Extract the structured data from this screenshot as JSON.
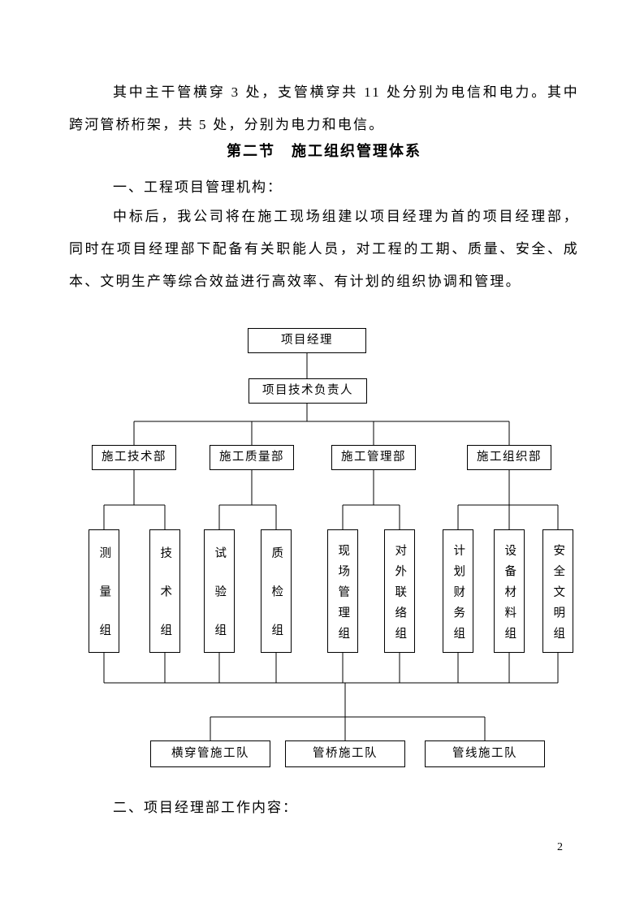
{
  "document": {
    "paragraph1": "其中主干管横穿 3 处，支管横穿共 11 处分别为电信和电力。其中跨河管桥桁架，共 5 处，分别为电力和电信。",
    "section_heading": "第二节　施工组织管理体系",
    "item1_heading": "一、工程项目管理机构：",
    "paragraph2": "中标后，我公司将在施工现场组建以项目经理为首的项目经理部，同时在项目经理部下配备有关职能人员，对工程的工期、质量、安全、成本、文明生产等综合效益进行高效率、有计划的组织协调和管理。",
    "item2_heading": "二、项目经理部工作内容：",
    "page_number": "2"
  },
  "org_chart": {
    "root": "项目经理",
    "deputy": "项目技术负责人",
    "departments": [
      "施工技术部",
      "施工质量部",
      "施工管理部",
      "施工组织部"
    ],
    "groups": [
      "测量组",
      "技术组",
      "试验组",
      "质检组",
      "现场管理组",
      "对外联络组",
      "计划财务组",
      "设备材料组",
      "安全文明组"
    ],
    "teams": [
      "横穿管施工队",
      "管桥施工队",
      "管线施工队"
    ]
  }
}
